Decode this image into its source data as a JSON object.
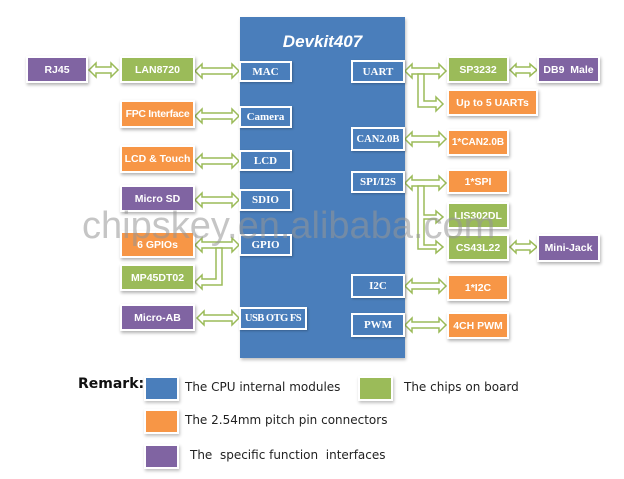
{
  "diagram": {
    "title": "Devkit407",
    "watermark": "chipskey.en.alibaba.com",
    "colors": {
      "cpu_internal": "#4a7ebb",
      "chips_on_board": "#9bbb59",
      "pin_connectors": "#f79646",
      "function_interfaces": "#8064a2",
      "arrow": "#9bbb59"
    },
    "cpu_modules_left": [
      {
        "id": "mac",
        "label": "MAC"
      },
      {
        "id": "camera",
        "label": "Camera"
      },
      {
        "id": "lcd",
        "label": "LCD"
      },
      {
        "id": "sdio",
        "label": "SDIO"
      },
      {
        "id": "gpio",
        "label": "GPIO"
      },
      {
        "id": "usb",
        "label": "USB OTG FS"
      }
    ],
    "cpu_modules_right": [
      {
        "id": "uart",
        "label": "UART"
      },
      {
        "id": "can",
        "label": "CAN2.0B"
      },
      {
        "id": "spi",
        "label": "SPI/I2S"
      },
      {
        "id": "i2c",
        "label": "I2C"
      },
      {
        "id": "pwm",
        "label": "PWM"
      }
    ],
    "external_left": [
      {
        "id": "rj45",
        "label": "RJ45",
        "type": "function_interface"
      },
      {
        "id": "lan8720",
        "label": "LAN8720",
        "type": "chip_on_board"
      },
      {
        "id": "fpc",
        "label": "FPC Interface",
        "type": "pin_connector"
      },
      {
        "id": "lcd-touch",
        "label": "LCD & Touch",
        "type": "pin_connector"
      },
      {
        "id": "microsd",
        "label": "Micro SD",
        "type": "function_interface"
      },
      {
        "id": "gpios",
        "label": "6 GPIOs",
        "type": "pin_connector"
      },
      {
        "id": "mp45dt02",
        "label": "MP45DT02",
        "type": "chip_on_board"
      },
      {
        "id": "microab",
        "label": "Micro-AB",
        "type": "function_interface"
      }
    ],
    "external_right": [
      {
        "id": "sp3232",
        "label": "SP3232",
        "type": "chip_on_board"
      },
      {
        "id": "db9",
        "label": "DB9  Male",
        "type": "function_interface"
      },
      {
        "id": "uarts",
        "label": "Up to 5 UARTs",
        "type": "pin_connector"
      },
      {
        "id": "can-conn",
        "label": "1*CAN2.0B",
        "type": "pin_connector"
      },
      {
        "id": "spi-conn",
        "label": "1*SPI",
        "type": "pin_connector"
      },
      {
        "id": "lis302dl",
        "label": "LIS302DL",
        "type": "chip_on_board"
      },
      {
        "id": "cs43l22",
        "label": "CS43L22",
        "type": "chip_on_board"
      },
      {
        "id": "minijack",
        "label": "Mini-Jack",
        "type": "function_interface"
      },
      {
        "id": "i2c-conn",
        "label": "1*I2C",
        "type": "pin_connector"
      },
      {
        "id": "pwm-conn",
        "label": "4CH PWM",
        "type": "pin_connector"
      }
    ]
  },
  "legend": {
    "label": "Remark:",
    "items": [
      {
        "label": "The CPU internal modules",
        "color": "#4a7ebb"
      },
      {
        "label": "The chips on board",
        "color": "#9bbb59"
      },
      {
        "label": "The 2.54mm pitch pin connectors",
        "color": "#f79646"
      },
      {
        "label": "The  specific function  interfaces",
        "color": "#8064a2"
      }
    ]
  }
}
